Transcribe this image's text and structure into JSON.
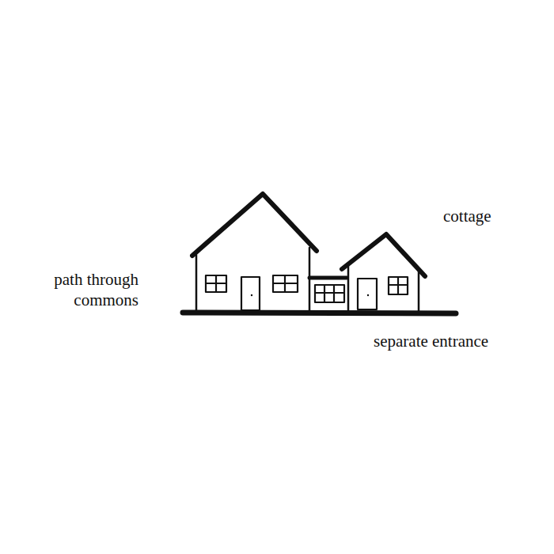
{
  "diagram": {
    "labels": [
      "path through commons",
      "cottage",
      "separate entrance"
    ]
  }
}
